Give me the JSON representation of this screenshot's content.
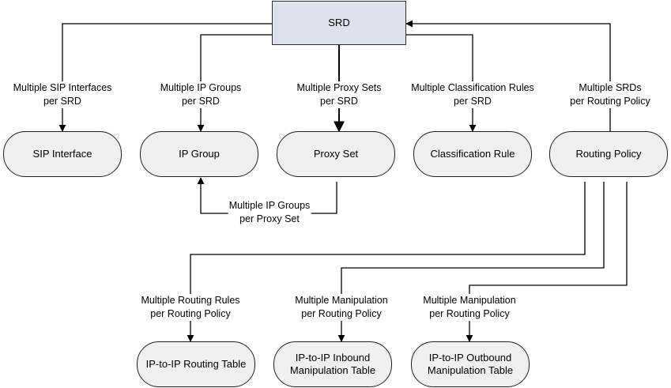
{
  "nodes": {
    "srd": "SRD",
    "sip_interface": "SIP Interface",
    "ip_group": "IP Group",
    "proxy_set": "Proxy Set",
    "classification_rule": "Classification Rule",
    "routing_policy": "Routing Policy",
    "ip_to_ip_routing_table": "IP-to-IP Routing Table",
    "inbound_manipulation_table": {
      "line1": "IP-to-IP Inbound",
      "line2": "Manipulation Table"
    },
    "outbound_manipulation_table": {
      "line1": "IP-to-IP Outbound",
      "line2": "Manipulation Table"
    }
  },
  "edge_labels": {
    "sip_interfaces": {
      "line1": "Multiple SIP Interfaces",
      "line2": "per SRD"
    },
    "ip_groups": {
      "line1": "Multiple IP Groups",
      "line2": "per SRD"
    },
    "proxy_sets": {
      "line1": "Multiple Proxy Sets",
      "line2": "per SRD"
    },
    "classification_rules": {
      "line1": "Multiple Classification Rules",
      "line2": "per SRD"
    },
    "srds_per_policy": {
      "line1": "Multiple SRDs",
      "line2": "per Routing Policy"
    },
    "ip_groups_per_proxy_set": {
      "line1": "Multiple IP Groups",
      "line2": "per Proxy Set"
    },
    "routing_rules": {
      "line1": "Multiple Routing Rules",
      "line2": "per Routing Policy"
    },
    "inbound_manipulation": {
      "line1": "Multiple Manipulation",
      "line2": "per Routing Policy"
    },
    "outbound_manipulation": {
      "line1": "Multiple Manipulation",
      "line2": "per Routing Policy"
    }
  },
  "colors": {
    "srd_fill": "#dde3ec",
    "pill_fill": "#efefef",
    "line": "#000000"
  }
}
